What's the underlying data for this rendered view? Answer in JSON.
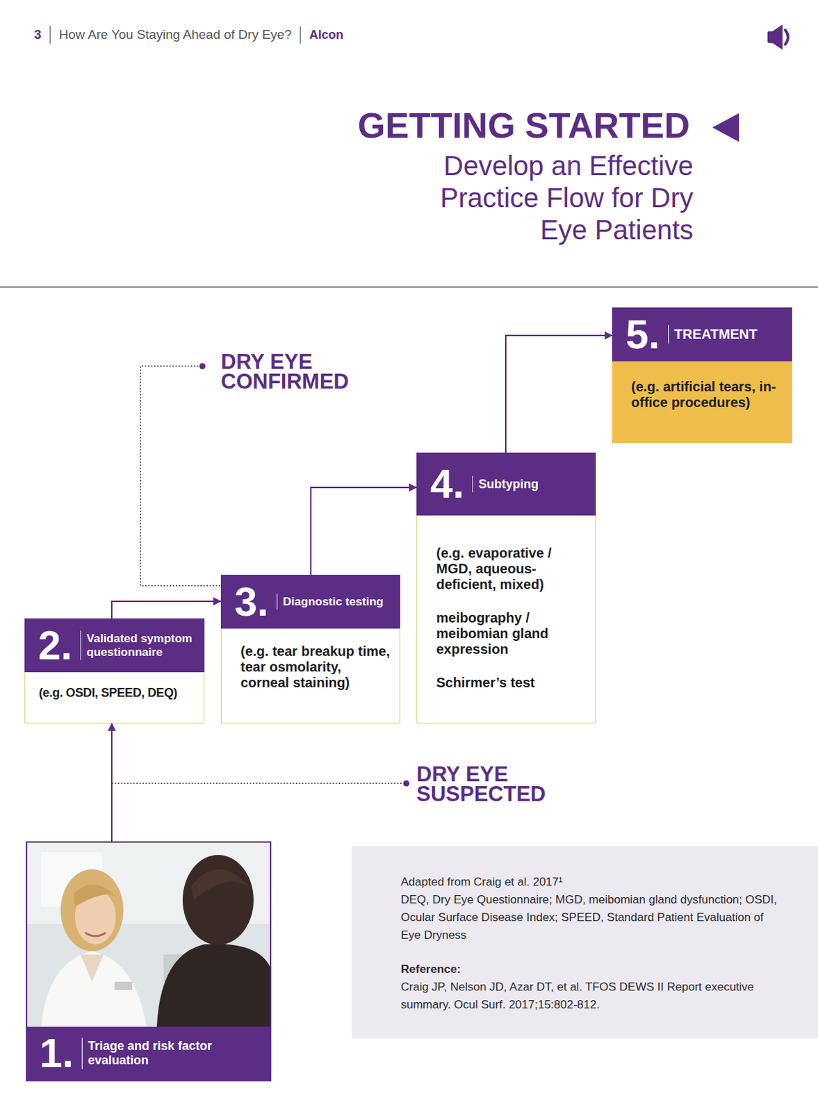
{
  "diagram": {
    "title": "GETTING STARTED",
    "nodes": [
      {
        "text": [
          "1.",
          "Triage and risk factor evaluation"
        ]
      },
      {
        "text": [
          "2.",
          "Validated symptom questionnaire",
          "(e.g. OSDI, SPEED, DEQ)"
        ]
      },
      {
        "text": [
          "3.",
          "Diagnostic testing",
          "(e.g. tear breakup time, tear osmolarity, corneal staining)"
        ]
      },
      {
        "text": [
          "4.",
          "Subtyping",
          "(e.g. evaporative / MGD, aqueous-deficient, mixed)",
          "meibography / meibomian gland expression",
          "Schirmer’s test"
        ]
      },
      {
        "text": [
          "5.",
          "TREATMENT",
          "(e.g. artificial tears, in-office procedures)"
        ]
      },
      {
        "text": [
          "Adapted from Craig et al. 2017¹",
          "DEQ, Dry Eye Questionnaire; MGD, meibomian gland dysfunction; OSDI, Ocular Surface Disease Index; SPEED, Standard Patient Evaluation of Eye Dryness",
          "Reference:",
          "Craig JP, Nelson JD, Azar DT, et al. TFOS DEWS II Report executive summary. Ocul Surf. 2017;15:802-812."
        ]
      }
    ],
    "edges": [
      {
        "from": 0,
        "to": 1,
        "arrow": "to"
      },
      {
        "from": 1,
        "to": 2,
        "arrow": "to"
      },
      {
        "from": 2,
        "to": 3,
        "arrow": "to"
      },
      {
        "from": 3,
        "to": 4,
        "arrow": "to"
      }
    ],
    "labels": [
      "3",
      "How Are You Staying Ahead of Dry Eye?",
      "Alcon",
      "Develop an Effective Practice Flow for Dry Eye Patients",
      "DRY EYE CONFIRMED",
      "DRY EYE SUSPECTED"
    ]
  }
}
